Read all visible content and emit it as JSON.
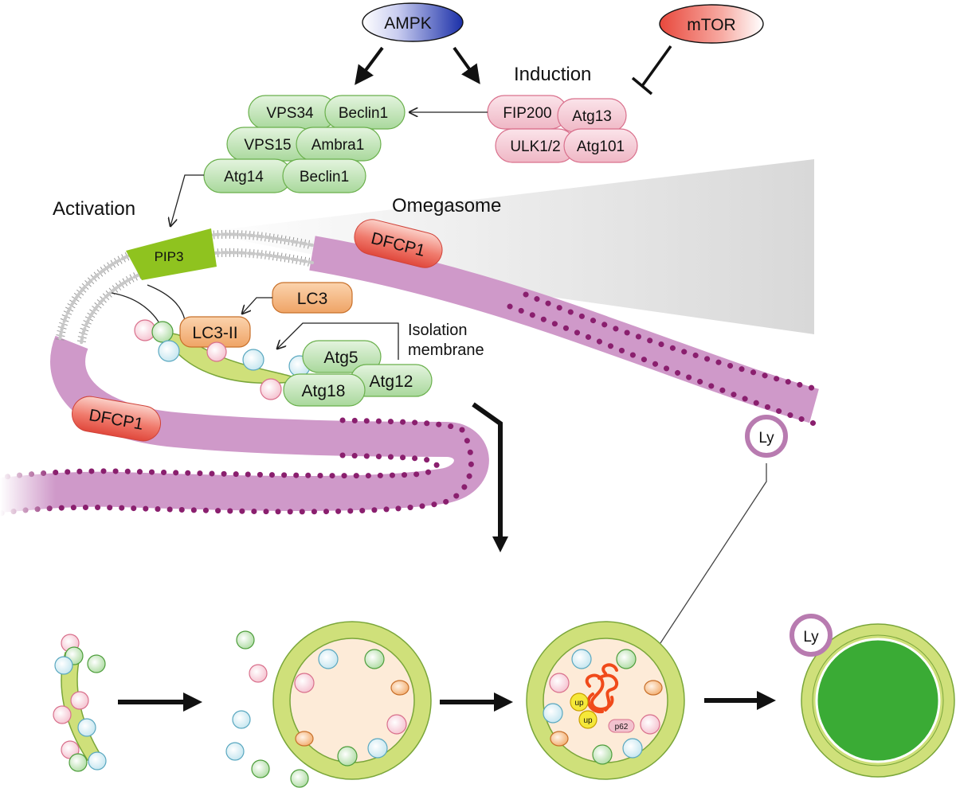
{
  "signals": {
    "ampk": "AMPK",
    "mtor": "mTOR"
  },
  "stages": {
    "induction": "Induction",
    "activation": "Activation",
    "omegasome": "Omegasome",
    "isolation_membrane": [
      "Isolation",
      "membrane"
    ]
  },
  "complexes": {
    "vps34": "VPS34",
    "beclin1_top": "Beclin1",
    "vps15": "VPS15",
    "ambra1": "Ambra1",
    "atg14": "Atg14",
    "beclin1_bottom": "Beclin1",
    "fip200": "FIP200",
    "atg13": "Atg13",
    "ulk": "ULK1/2",
    "atg101": "Atg101",
    "atg5": "Atg5",
    "atg12": "Atg12",
    "atg18": "Atg18"
  },
  "lipids": {
    "pip3": "PIP3"
  },
  "lc3": {
    "lc3": "LC3",
    "lc3_ii": "LC3-II"
  },
  "dfcp1": {
    "upper": "DFCP1",
    "lower": "DFCP1"
  },
  "lysosome": {
    "label_right": "Ly",
    "label_fused": "Ly"
  },
  "cargo": {
    "ub1": "up",
    "ub2": "up",
    "p62": "p62"
  },
  "colors": {
    "er_membrane": "#cf99c9",
    "er_dots": "#8a1f6e",
    "green_protein": "#b8e0ae",
    "pink_protein": "#f2c2ce",
    "orange_protein": "#f2b27a",
    "dfcp1": "#e86a60",
    "pip3": "#8fc31f",
    "phagophore": "#cfe07a",
    "lumen": "#fdebd8",
    "autolysosome": "#3aab35",
    "aggregate": "#f04a1a"
  }
}
